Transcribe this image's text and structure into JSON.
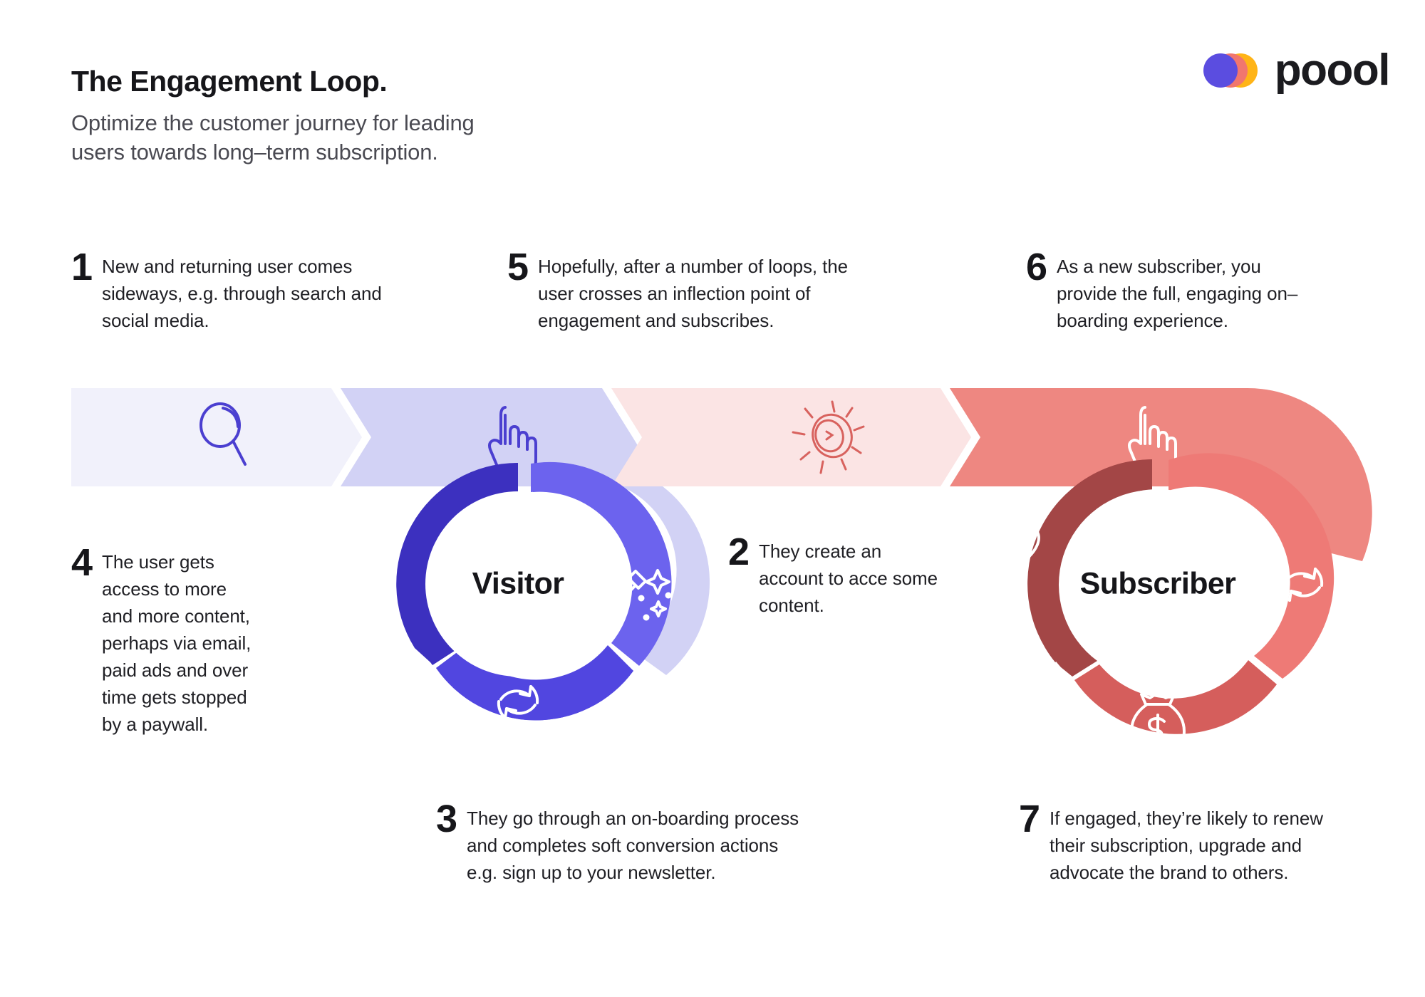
{
  "header": {
    "title": "The Engagement Loop.",
    "subtitle": "Optimize the customer journey for leading\nusers towards long–term subscription."
  },
  "logo": {
    "wordmark": "poool",
    "dot_colors": [
      "#5B4DE0",
      "#F1766E",
      "#FFB417"
    ]
  },
  "steps": [
    {
      "number": "1",
      "text": "New and returning user comes sideways, e.g. through search and social media."
    },
    {
      "number": "2",
      "text": "They create an account to acce some content."
    },
    {
      "number": "3",
      "text": "They go through an on-boarding process and completes soft conversion actions e.g. sign up to your newsletter."
    },
    {
      "number": "4",
      "text": "The user gets access to more and more content, perhaps via email, paid ads and over time gets stopped by a paywall."
    },
    {
      "number": "5",
      "text": "Hopefully, after a number of loops, the user crosses an inflection point of engagement and subscribes."
    },
    {
      "number": "6",
      "text": "As a new subscriber, you provide the full, engaging on–boarding experience."
    },
    {
      "number": "7",
      "text": "If engaged, they’re likely to renew their subscription, upgrade and  advocate the brand to others."
    }
  ],
  "band": {
    "segments": [
      {
        "icon": "magnifier-icon",
        "fill": "#F1F1FB",
        "stroke": "#4B3FD0"
      },
      {
        "icon": "pointing-hand-icon",
        "fill": "#D2D2F5",
        "stroke": "#4B3FD0"
      },
      {
        "icon": "shining-coin-icon",
        "fill": "#FBE4E4",
        "stroke": "#D8625E"
      },
      {
        "icon": "pointing-hand-icon",
        "fill": "#EE8781",
        "stroke": "#FFFFFF"
      }
    ]
  },
  "loops": [
    {
      "name": "visitor-loop",
      "label": "Visitor",
      "segments": [
        {
          "icon": "key-icon",
          "fill": "#3C30BF"
        },
        {
          "icon": "magic-wand-icon",
          "fill": "#6C63EE"
        },
        {
          "icon": "refresh-icon",
          "fill": "#5146E0"
        }
      ]
    },
    {
      "name": "subscriber-loop",
      "label": "Subscriber",
      "segments": [
        {
          "icon": "heart-icon",
          "fill": "#A34646"
        },
        {
          "icon": "refresh-icon",
          "fill": "#EE7A76"
        },
        {
          "icon": "money-bag-icon",
          "fill": "#D55E5C"
        }
      ]
    }
  ]
}
